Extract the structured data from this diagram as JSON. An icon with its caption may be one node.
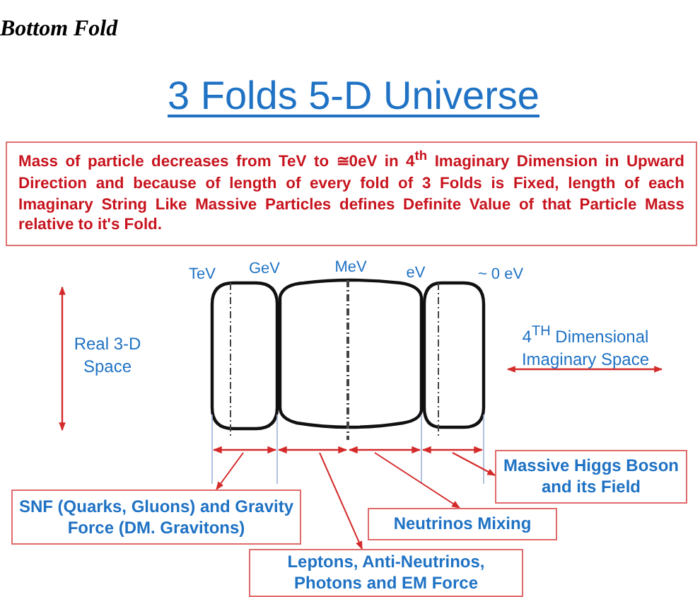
{
  "diagram": {
    "title": "3 Folds 5-D Universe",
    "nodes": [
      {
        "text": [
          "Mass of particle decreases from TeV to ≅0eV in 4$^{th}$ Imaginary Dimension in Upward Direction and because of length of every fold of 3 Folds is Fixed, length of each Imaginary String Like Massive Particles defines Definite Value of that Particle Mass relative to it's Fold."
        ]
      },
      {
        "text": [
          "Massive Higgs Boson and its Field"
        ]
      },
      {
        "text": [
          "SNF (Quarks, Gluons) and Gravity Force (DM. Gravitons)"
        ]
      },
      {
        "text": [
          "Neutrinos Mixing"
        ]
      },
      {
        "text": [
          "Leptons, Anti-Neutrinos, Photons and EM Force"
        ]
      },
      {
        "text": [],
        "shape": "bar"
      },
      {
        "text": [],
        "shape": "bar"
      },
      {
        "text": [],
        "shape": "bar"
      },
      {
        "text": [],
        "shape": "bar"
      }
    ],
    "edges": [
      {
        "from": 5,
        "to": 2,
        "arrow": "to"
      },
      {
        "from": 6,
        "to": 4,
        "arrow": "to"
      },
      {
        "from": 7,
        "to": 3,
        "arrow": "to"
      },
      {
        "from": 8,
        "to": 1,
        "arrow": "to"
      }
    ],
    "labels": [
      "Bottom Fold",
      "TeV",
      "GeV",
      "MeV",
      "eV",
      "~ 0 eV",
      "Real 3-D Space",
      "4$^{TH}$ Dimensional Imaginary Space"
    ]
  }
}
